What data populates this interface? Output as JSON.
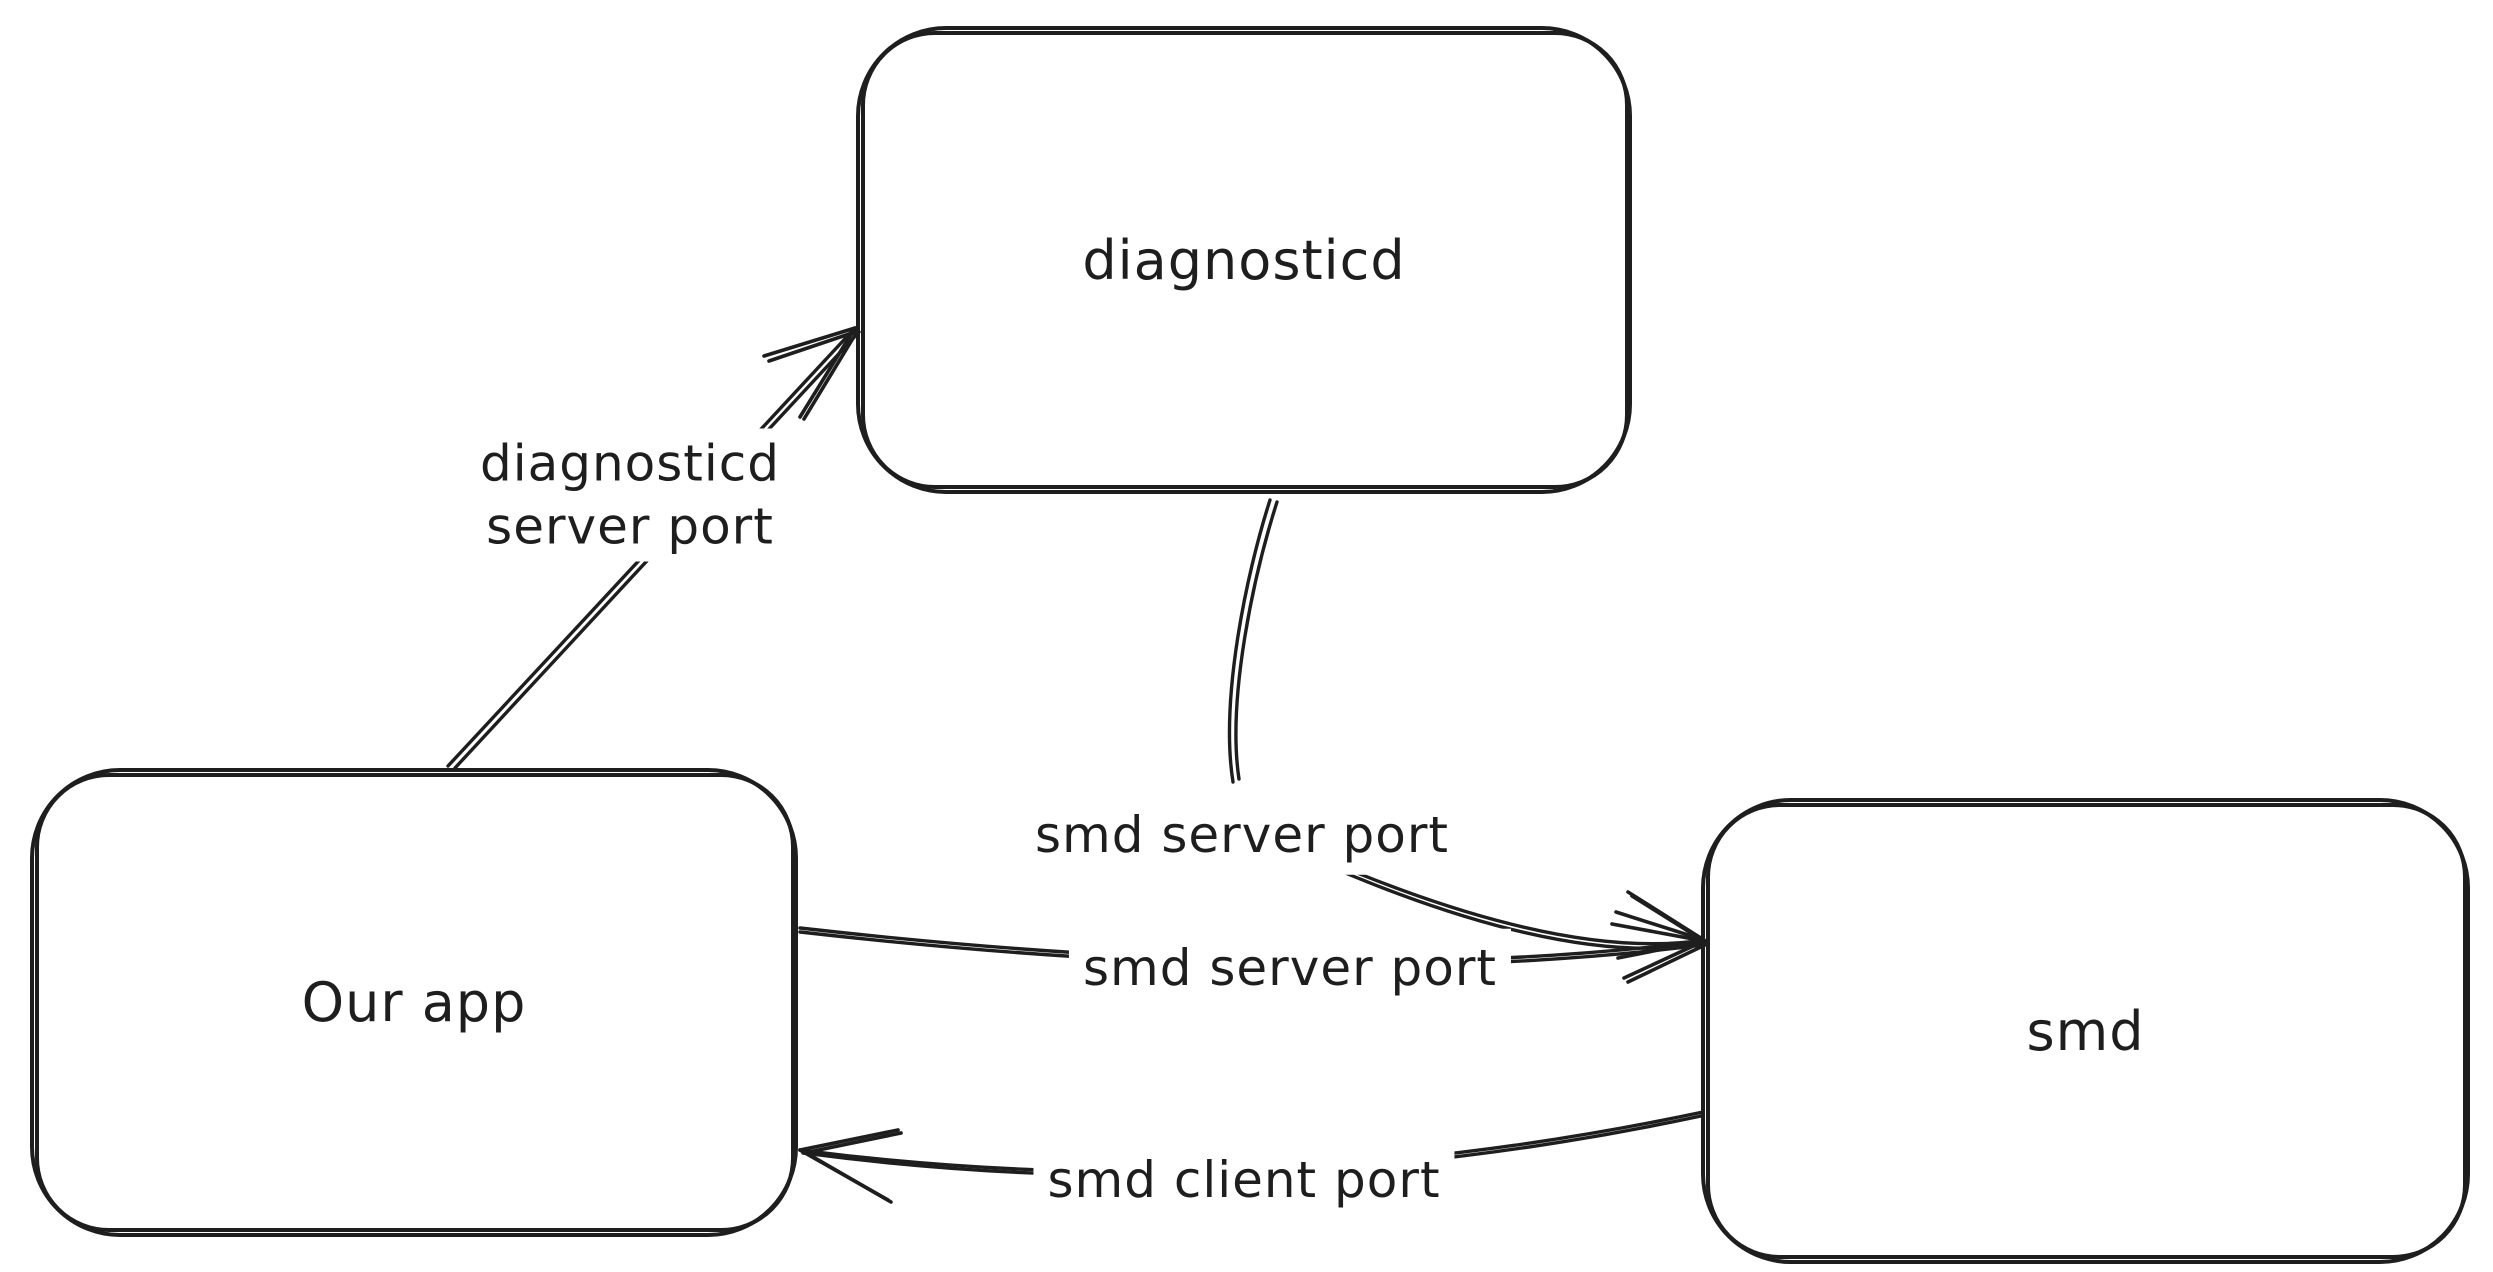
{
  "diagram": {
    "nodes": [
      {
        "id": "diagnosticd",
        "label": "diagnosticd"
      },
      {
        "id": "our-app",
        "label": "Our app"
      },
      {
        "id": "smd",
        "label": "smd"
      }
    ],
    "edges": [
      {
        "from": "our-app",
        "to": "diagnosticd",
        "label": "diagnosticd server port"
      },
      {
        "from": "diagnosticd",
        "to": "smd",
        "label": "smd server port"
      },
      {
        "from": "our-app",
        "to": "smd",
        "label": "smd server port"
      },
      {
        "from": "smd",
        "to": "our-app",
        "label": "smd client port"
      }
    ]
  },
  "colors": {
    "ink": "#1e1e1e",
    "background": "#ffffff"
  }
}
